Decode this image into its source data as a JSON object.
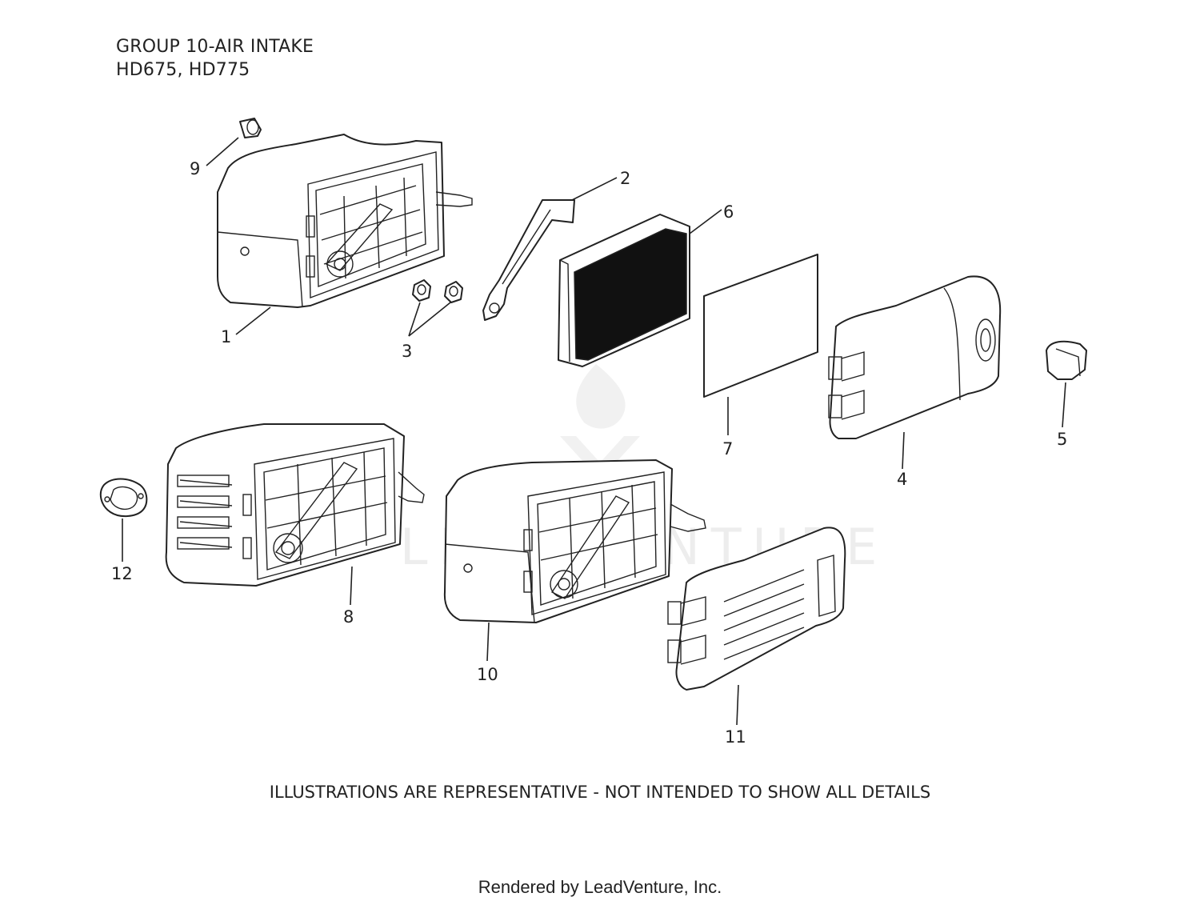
{
  "header": {
    "title_line1": "GROUP 10-AIR INTAKE",
    "title_line2": "HD675, HD775"
  },
  "callouts": {
    "c1": "1",
    "c2": "2",
    "c3": "3",
    "c4": "4",
    "c5": "5",
    "c6": "6",
    "c7": "7",
    "c8": "8",
    "c9": "9",
    "c10": "10",
    "c11": "11",
    "c12": "12"
  },
  "watermark": "LEADVENTURE",
  "disclaimer": "ILLUSTRATIONS ARE REPRESENTATIVE - NOT INTENDED TO SHOW ALL DETAILS",
  "footer": "Rendered by LeadVenture, Inc."
}
